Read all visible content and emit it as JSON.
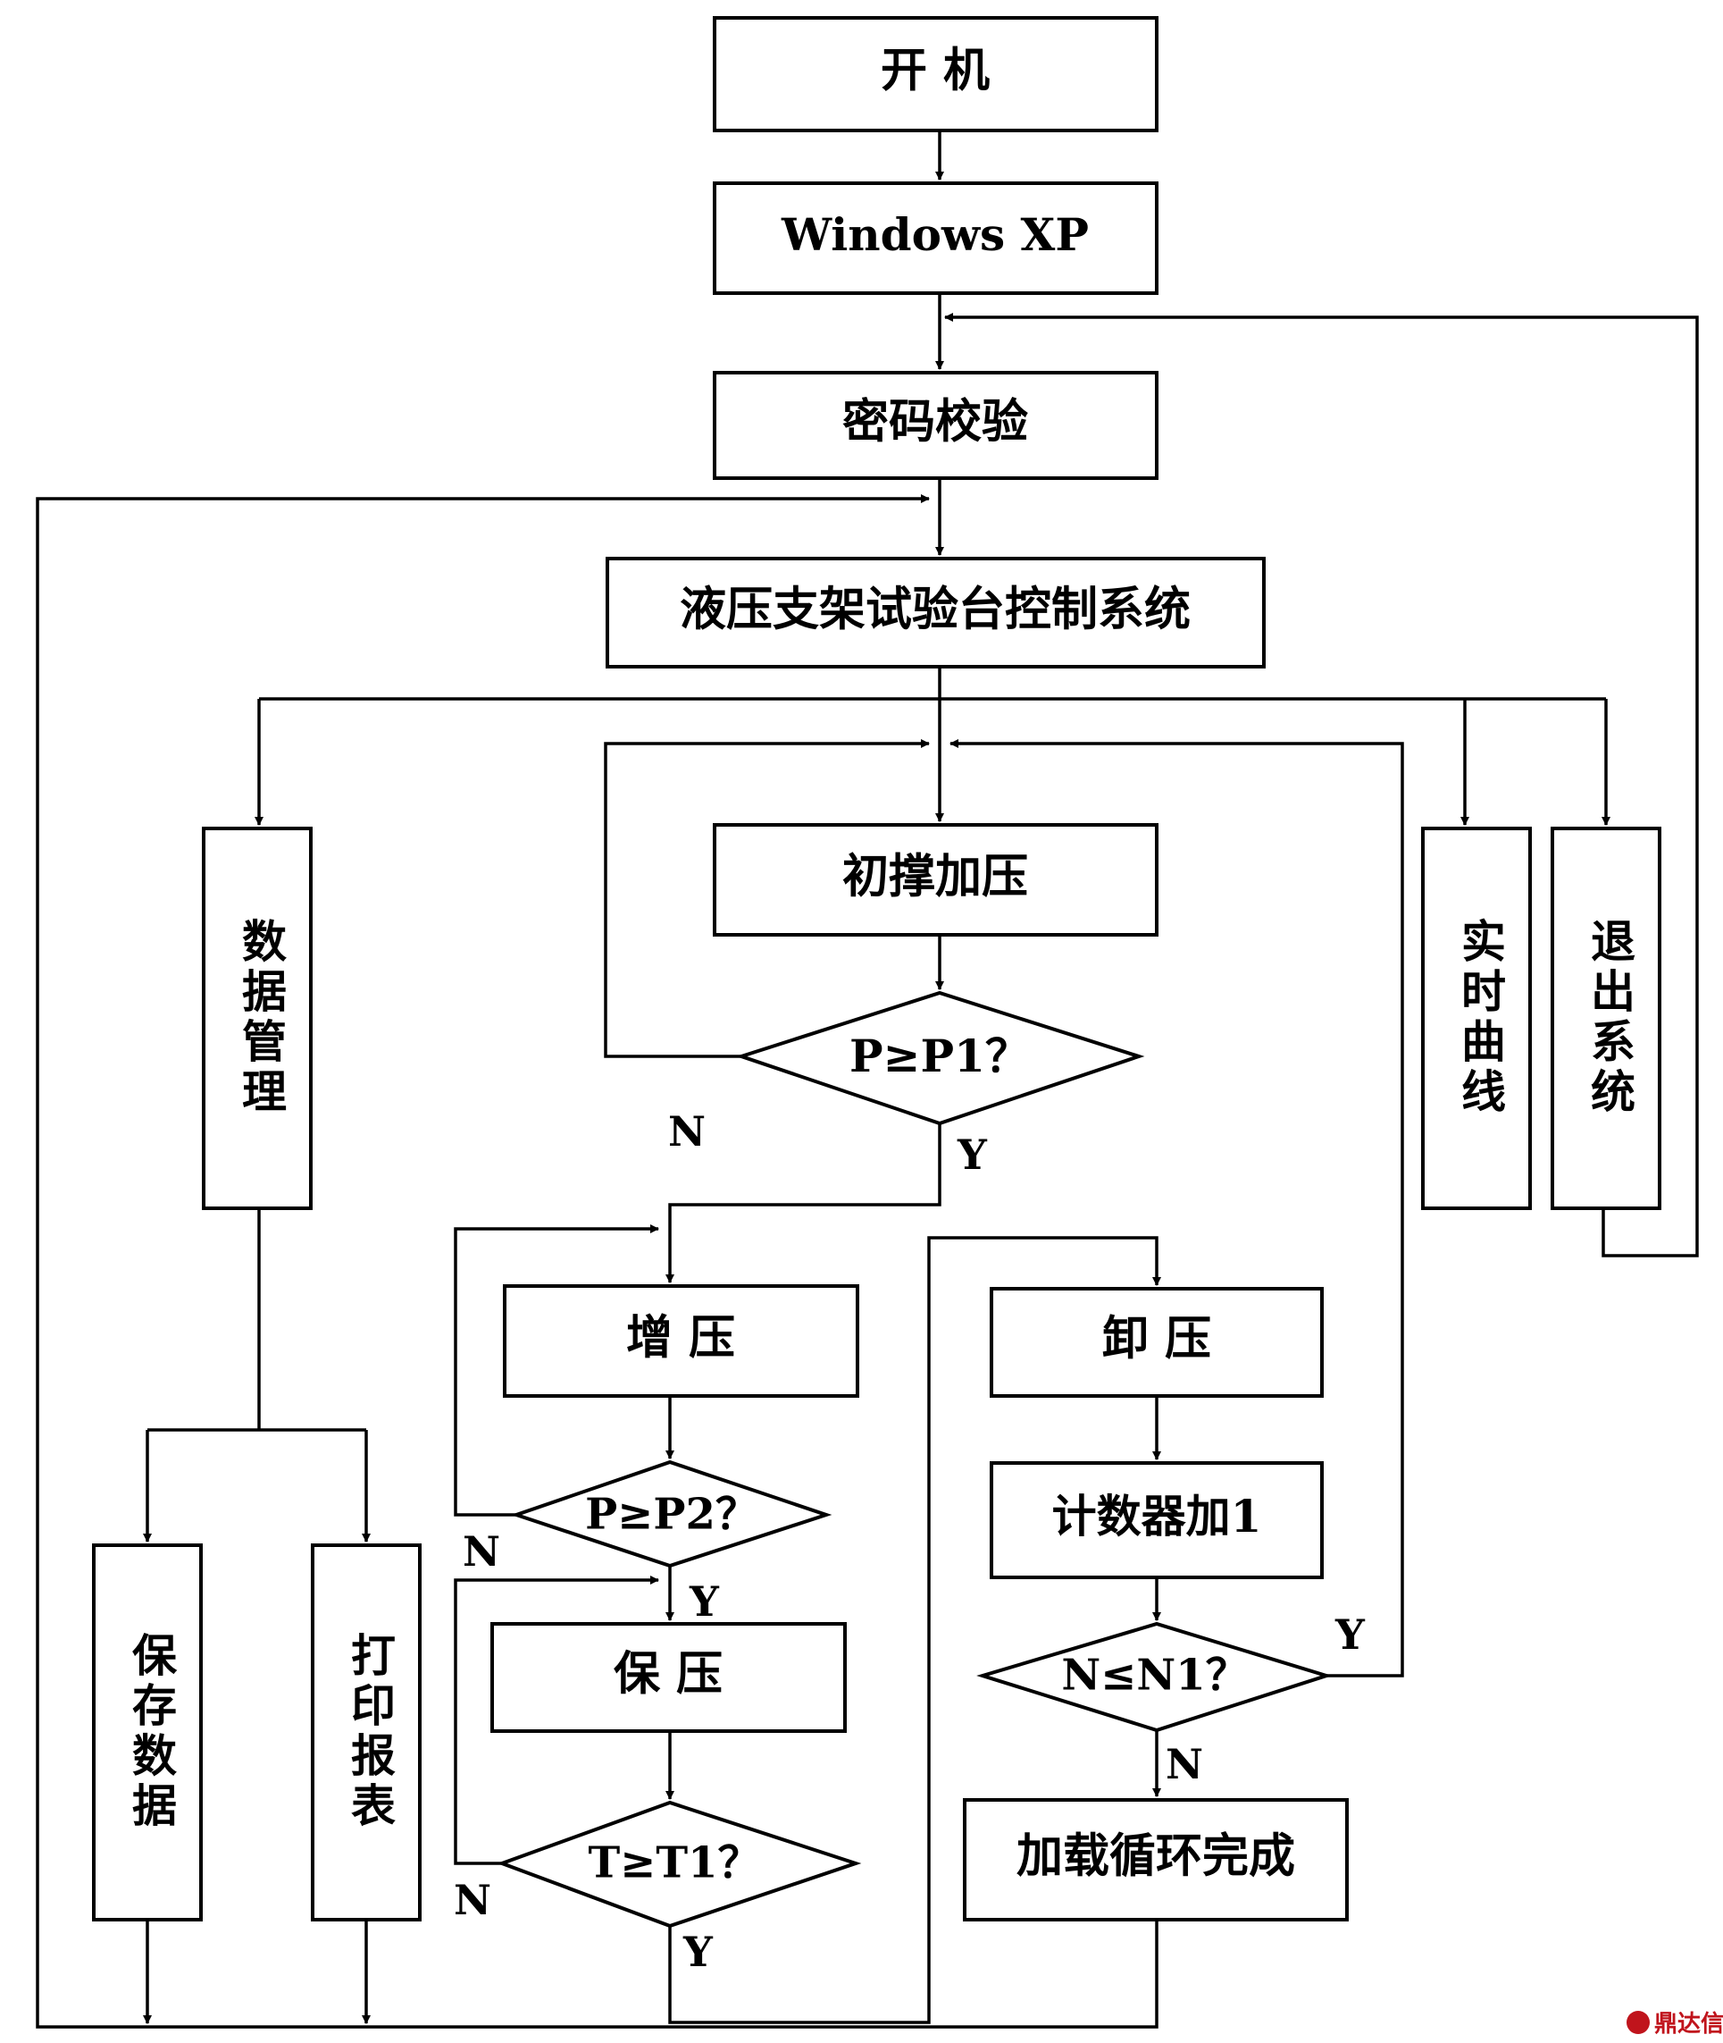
{
  "nodes": {
    "power_on": "开   机",
    "windows": "Windows XP",
    "password": "密码校验",
    "control_system": "液压支架试验台控制系统",
    "data_mgmt": "数据管理",
    "initial_pressure": "初撑加压",
    "check_p1": "P≥P1？",
    "realtime_curve": "实时曲线",
    "exit_system": "退出系统",
    "boost": "增   压",
    "check_p2": "P≥P2？",
    "hold": "保   压",
    "check_t1": "T≥T1？",
    "unload": "卸   压",
    "counter": "计数器加1",
    "check_n1": "N≤N1？",
    "cycle_done": "加载循环完成",
    "save_data": "保存数据",
    "print_report": "打印报表"
  },
  "labels": {
    "p1_no": "N",
    "p1_yes": "Y",
    "p2_no": "N",
    "p2_yes": "Y",
    "t1_no": "N",
    "t1_yes": "Y",
    "n1_yes": "Y",
    "n1_no": "N"
  },
  "watermark": "鼎达信"
}
